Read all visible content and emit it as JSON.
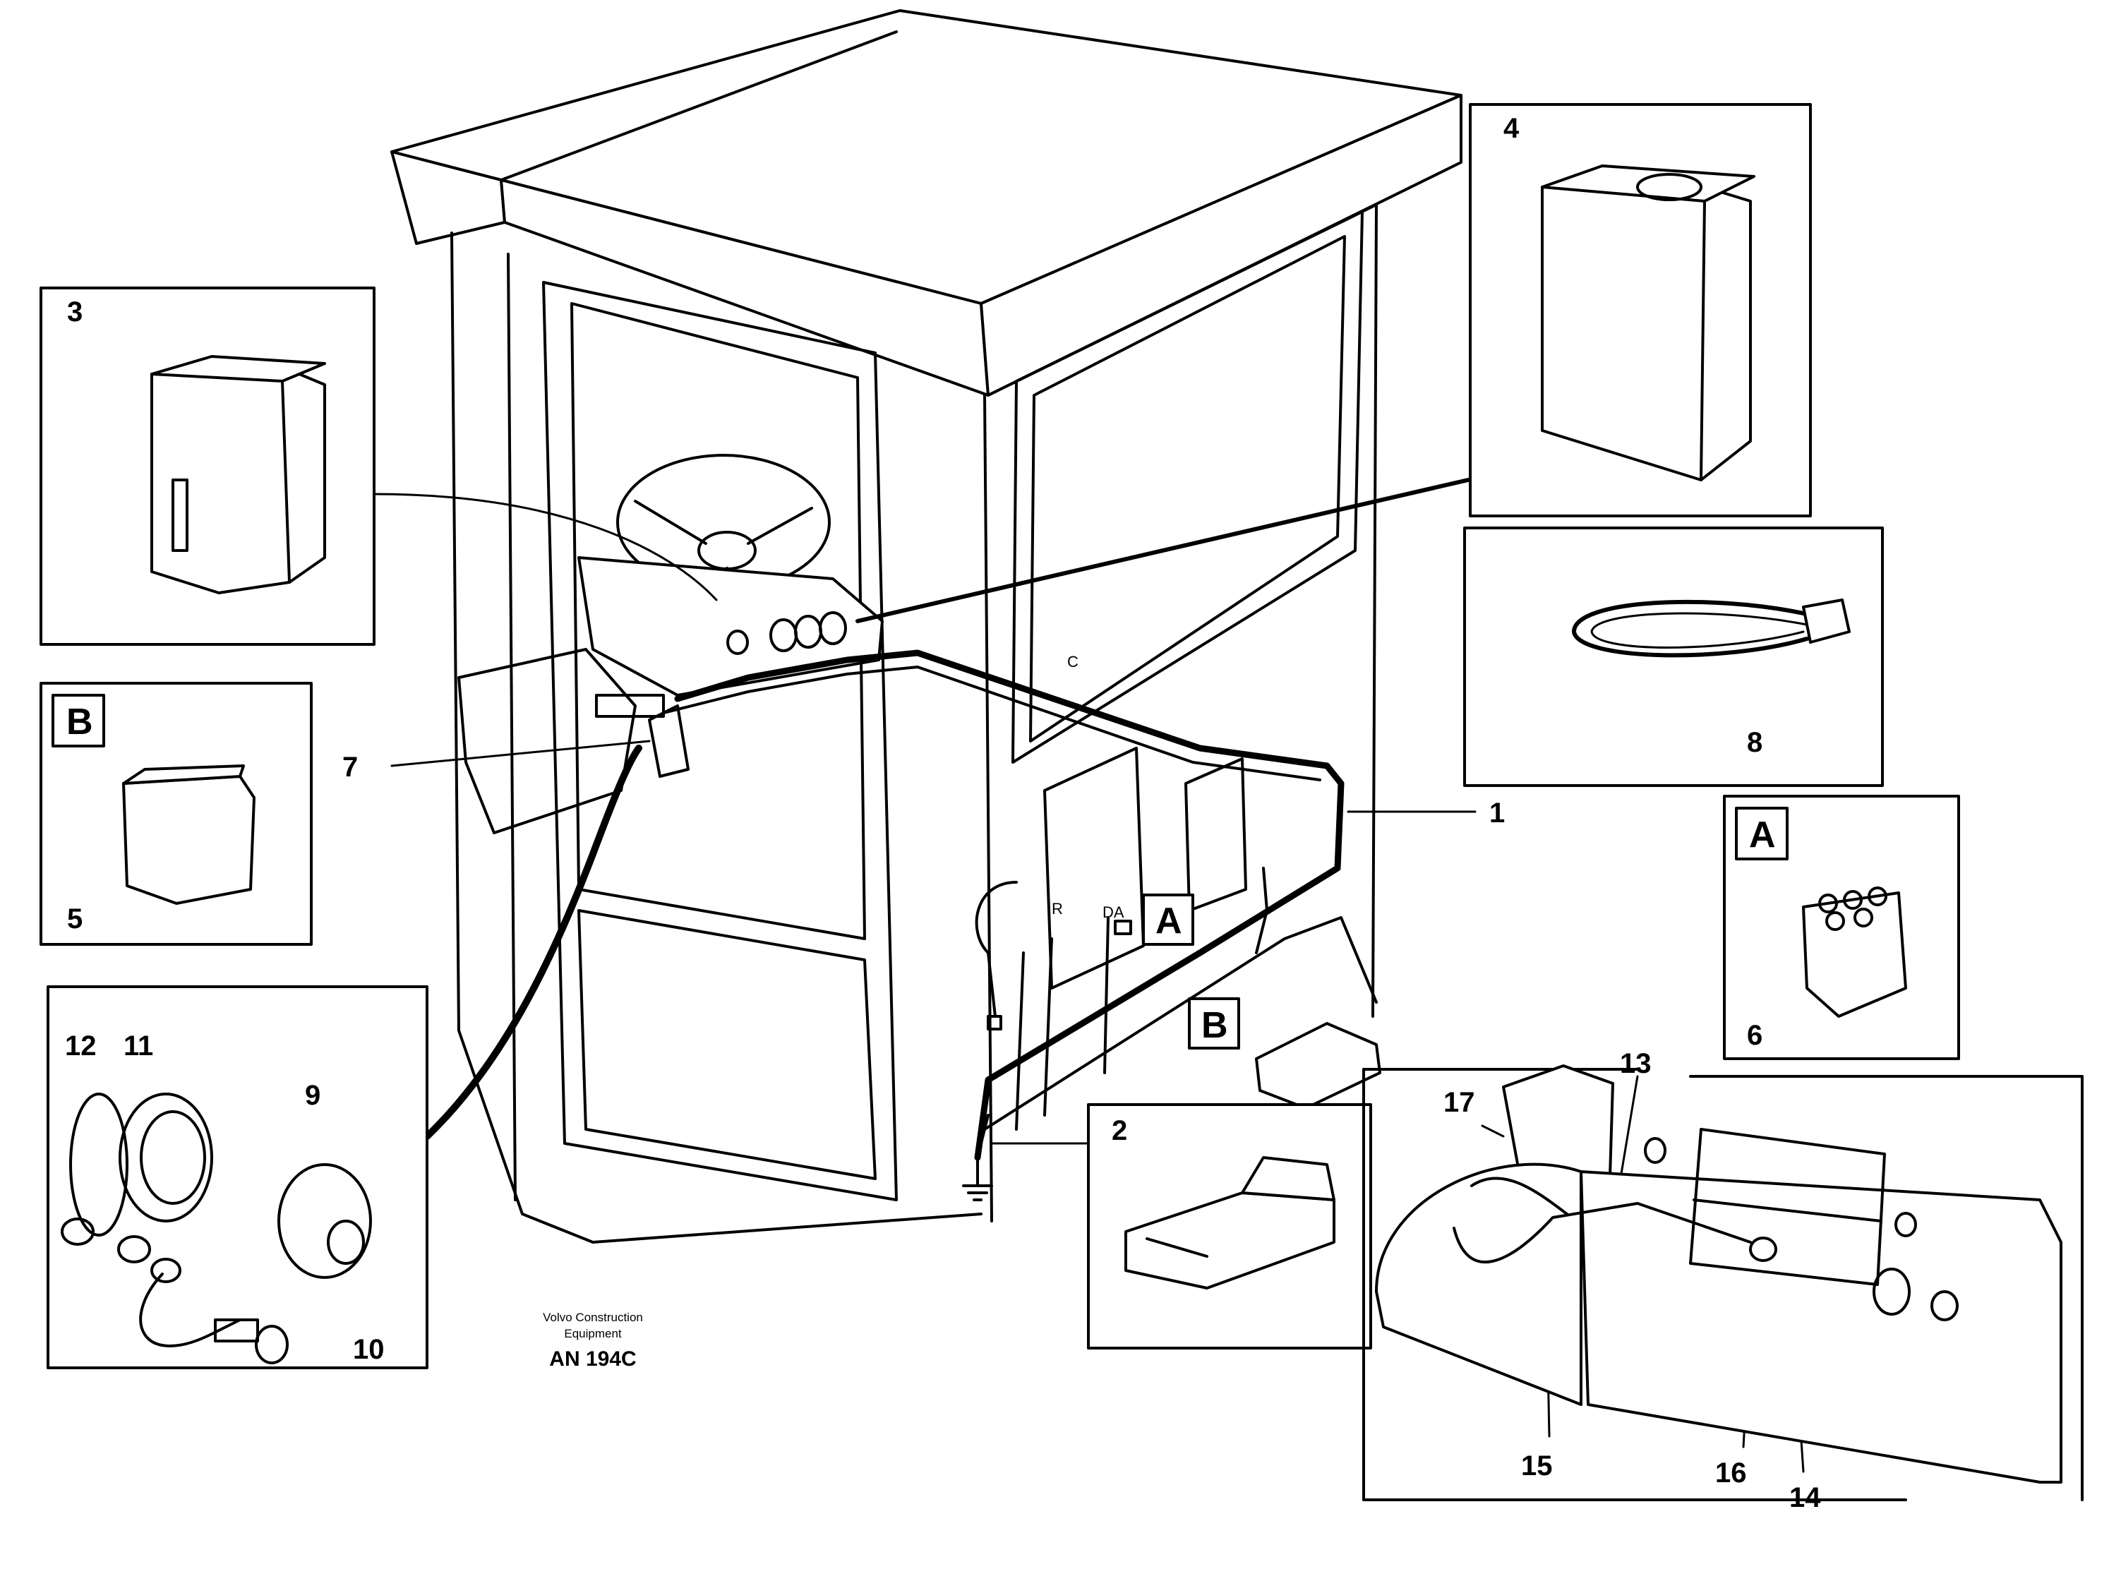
{
  "callouts": {
    "c1": "1",
    "c2": "2",
    "c3": "3",
    "c4": "4",
    "c5": "5",
    "c6": "6",
    "c7": "7",
    "c8": "8",
    "c9": "9",
    "c10": "10",
    "c11": "11",
    "c12": "12",
    "c13": "13",
    "c14": "14",
    "c15": "15",
    "c16": "16",
    "c17": "17"
  },
  "connector_labels": {
    "a_box": "A",
    "b_box": "B",
    "a_cab": "A",
    "b_cab": "B"
  },
  "panel_letters": {
    "c_mark": "C",
    "r_mark": "R",
    "da_mark": "DA"
  },
  "credit": {
    "line1": "Volvo Construction",
    "line2": "Equipment",
    "code": "AN 194C"
  }
}
